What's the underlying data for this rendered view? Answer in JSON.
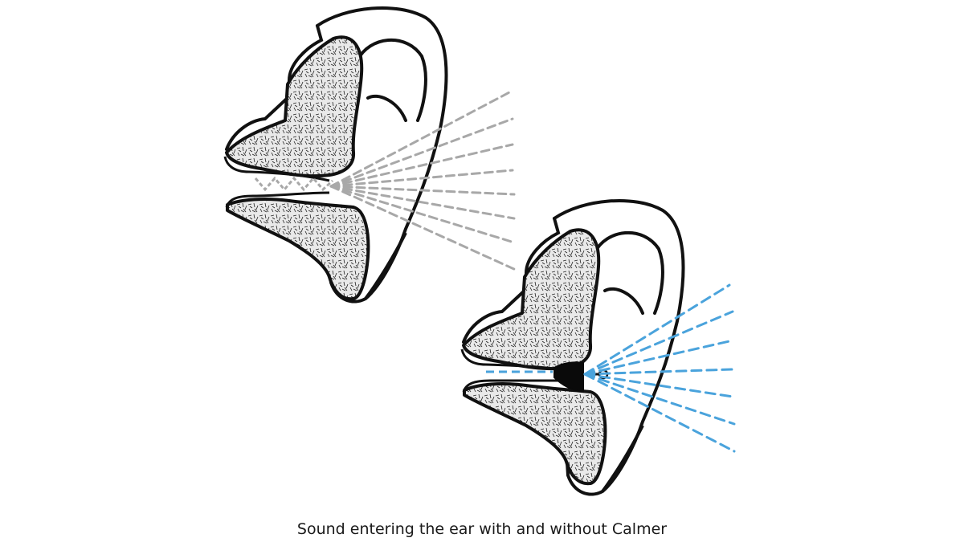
{
  "caption": "Sound entering the ear with and without Calmer",
  "colors": {
    "outline": "#111111",
    "stipple_fill": "#e6e6e6",
    "sound_without": "#a8a8a8",
    "sound_with": "#4aa3dc",
    "earplug": "#0a0a0a"
  },
  "diagrams": [
    {
      "id": "ear-without-calmer",
      "has_earplug": false,
      "sound_color_key": "sound_without"
    },
    {
      "id": "ear-with-calmer",
      "has_earplug": true,
      "sound_color_key": "sound_with"
    }
  ]
}
